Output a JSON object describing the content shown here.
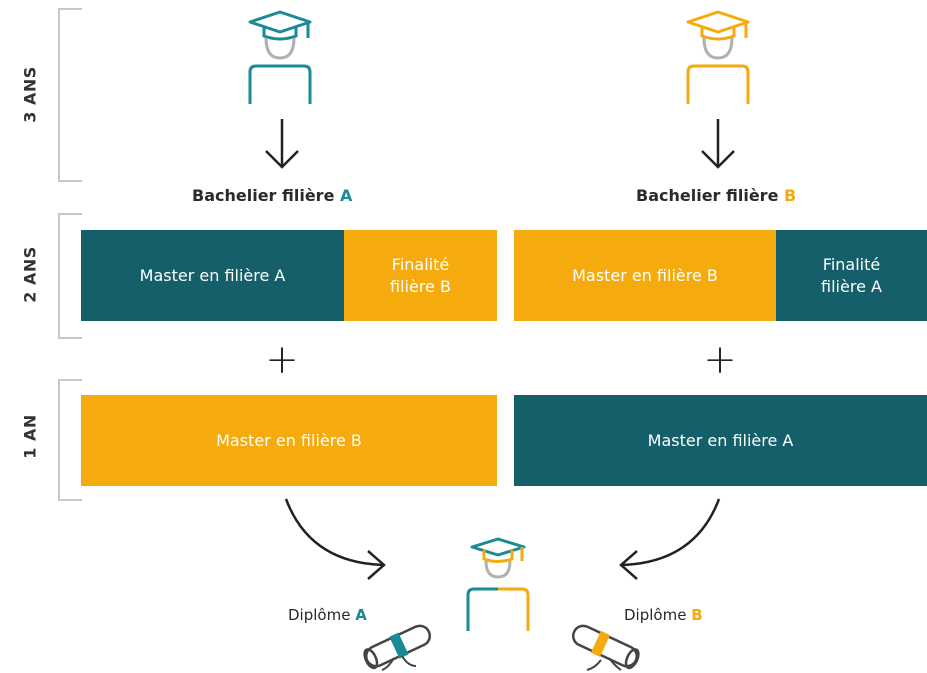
{
  "periods": {
    "p1": "3 ANS",
    "p2": "2 ANS",
    "p3": "1 AN"
  },
  "left": {
    "bachelier_text": "Bachelier filière ",
    "bachelier_letter": "A",
    "block_main": "Master en filière A",
    "block_finalite": "Finalité filière B",
    "block_bottom": "Master en filière B",
    "plus": "+"
  },
  "right": {
    "bachelier_text": "Bachelier filière ",
    "bachelier_letter": "B",
    "block_main": "Master en filière B",
    "block_finalite": "Finalité filière A",
    "block_bottom": "Master en filière A",
    "plus": "+"
  },
  "diplomas": {
    "a_text": "Diplôme ",
    "a_letter": "A",
    "b_text": "Diplôme ",
    "b_letter": "B"
  },
  "colors": {
    "teal": "#145f6a",
    "gold": "#f5aa0e",
    "accent_teal": "#1a8a96"
  },
  "icons": [
    "graduate-icon",
    "down-arrow-icon",
    "curved-arrow-icon",
    "diploma-scroll-icon"
  ]
}
